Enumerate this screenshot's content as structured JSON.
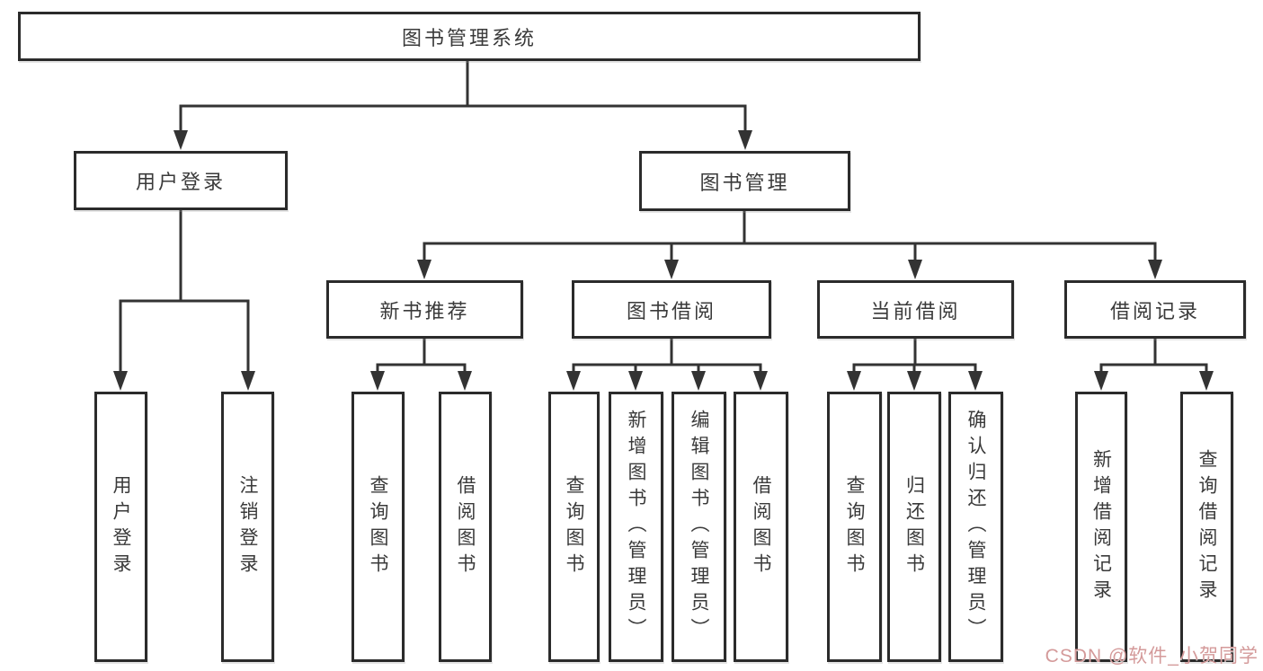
{
  "watermark": {
    "text": "CSDN @软件_小贺同学",
    "color": "#d49a9a"
  },
  "colors": {
    "line": "#333333",
    "box_border": "#2b2b2b",
    "text": "#3a3a3a",
    "background": "#ffffff"
  },
  "tree": {
    "root": {
      "label": "图书管理系统",
      "children": [
        {
          "label": "用户登录",
          "children": [
            {
              "label": "用户登录"
            },
            {
              "label": "注销登录"
            }
          ]
        },
        {
          "label": "图书管理",
          "children": [
            {
              "label": "新书推荐",
              "children": [
                {
                  "label": "查询图书"
                },
                {
                  "label": "借阅图书"
                }
              ]
            },
            {
              "label": "图书借阅",
              "children": [
                {
                  "label": "查询图书"
                },
                {
                  "label": "新增图书（管理员）"
                },
                {
                  "label": "编辑图书（管理员）"
                },
                {
                  "label": "借阅图书"
                }
              ]
            },
            {
              "label": "当前借阅",
              "children": [
                {
                  "label": "查询图书"
                },
                {
                  "label": "归还图书"
                },
                {
                  "label": "确认归还（管理员）"
                }
              ]
            },
            {
              "label": "借阅记录",
              "children": [
                {
                  "label": "新增借阅记录"
                },
                {
                  "label": "查询借阅记录"
                }
              ]
            }
          ]
        }
      ]
    }
  }
}
